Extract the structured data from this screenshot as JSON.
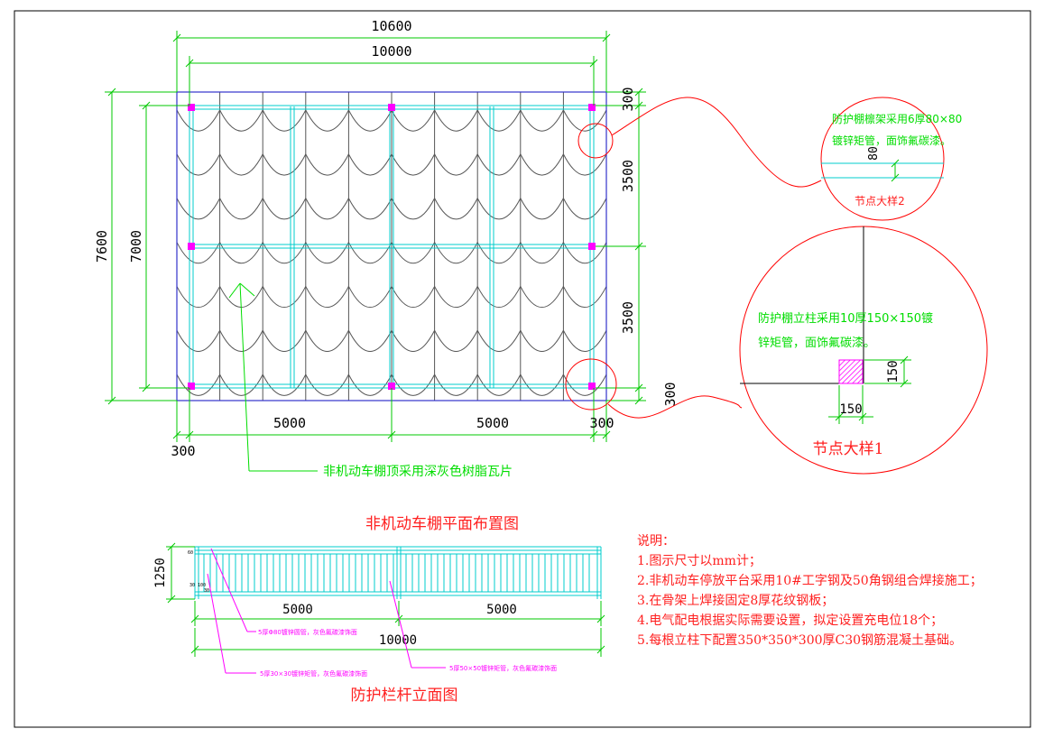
{
  "colors": {
    "dimension": "#00c800",
    "outline": "#3333cc",
    "frame": "#00cccc",
    "tile": "#555555",
    "post": "#ff00ff",
    "detail": "#ff0000",
    "note_green": "#00dd00",
    "note_magenta": "#ff00ff",
    "text_red": "#ff2020"
  },
  "plan": {
    "title": "非机动车棚平面布置图",
    "dims": {
      "overall_width": "10600",
      "inner_width": "10000",
      "overall_height": "7600",
      "inner_height": "7000",
      "top_offset": "300",
      "bay_upper": "3500",
      "bay_lower": "3500",
      "bottom_offset": "300",
      "span_left": "5000",
      "span_right": "5000",
      "right_offset": "300",
      "left_offset": "300"
    },
    "roof_note": "非机动车棚顶采用深灰色树脂瓦片"
  },
  "detail2": {
    "note_line1": "防护棚檩架采用6厚80×80",
    "note_line2": "镀锌矩管，面饰氟碳漆。",
    "dim": "80",
    "label": "节点大样2"
  },
  "detail1": {
    "note_line1": "防护棚立柱采用10厚150×150镀",
    "note_line2": "锌矩管，面饰氟碳漆。",
    "dim_v": "150",
    "dim_h": "150",
    "label": "节点大样1"
  },
  "elevation": {
    "title": "防护栏杆立面图",
    "height": "1250",
    "small_dims": [
      "60",
      "30 100",
      "30"
    ],
    "span_left": "5000",
    "span_right": "5000",
    "total": "10000",
    "note_rail": "5厚Φ80镀锌圆管，灰色氟碳漆饰面",
    "note_bar": "5厚30×30镀锌矩管，灰色氟碳漆饰面",
    "note_post": "5厚50×50镀锌矩管，灰色氟碳漆饰面"
  },
  "notes": {
    "heading": "说明：",
    "items": [
      "1.图示尺寸以mm计；",
      "2.非机动车停放平台采用10#工字钢及50角钢组合焊接施工；",
      "3.在骨架上焊接固定8厚花纹钢板；",
      "4.电气配电根据实际需要设置，拟定设置充电位18个；",
      "5.每根立柱下配置350*350*300厚C30钢筋混凝土基础。"
    ]
  }
}
